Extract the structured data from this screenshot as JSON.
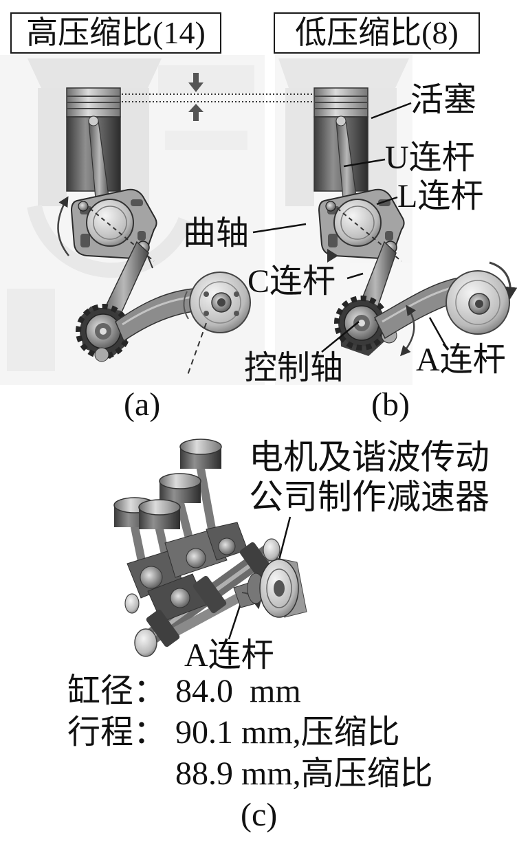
{
  "panels": {
    "a": {
      "mode_label": "高压缩比(14)",
      "caption": "(a)"
    },
    "b": {
      "mode_label": "低压缩比(8)",
      "caption": "(b)",
      "labels": {
        "piston": "活塞",
        "u_link": "U连杆",
        "l_link": "L连杆",
        "crankshaft": "曲轴",
        "c_link": "C连杆",
        "control_shaft": "控制轴",
        "a_link": "A连杆"
      }
    },
    "c": {
      "motor_label_line1": "电机及谐波传动",
      "motor_label_line2": "公司制作减速器",
      "a_link": "A连杆",
      "specs": [
        {
          "label": "缸径：",
          "value": "84.0  mm"
        },
        {
          "label": "行程：",
          "value": "90.1 mm,压缩比"
        },
        {
          "value": "88.9 mm,高压缩比"
        }
      ],
      "caption": "(c)"
    }
  }
}
